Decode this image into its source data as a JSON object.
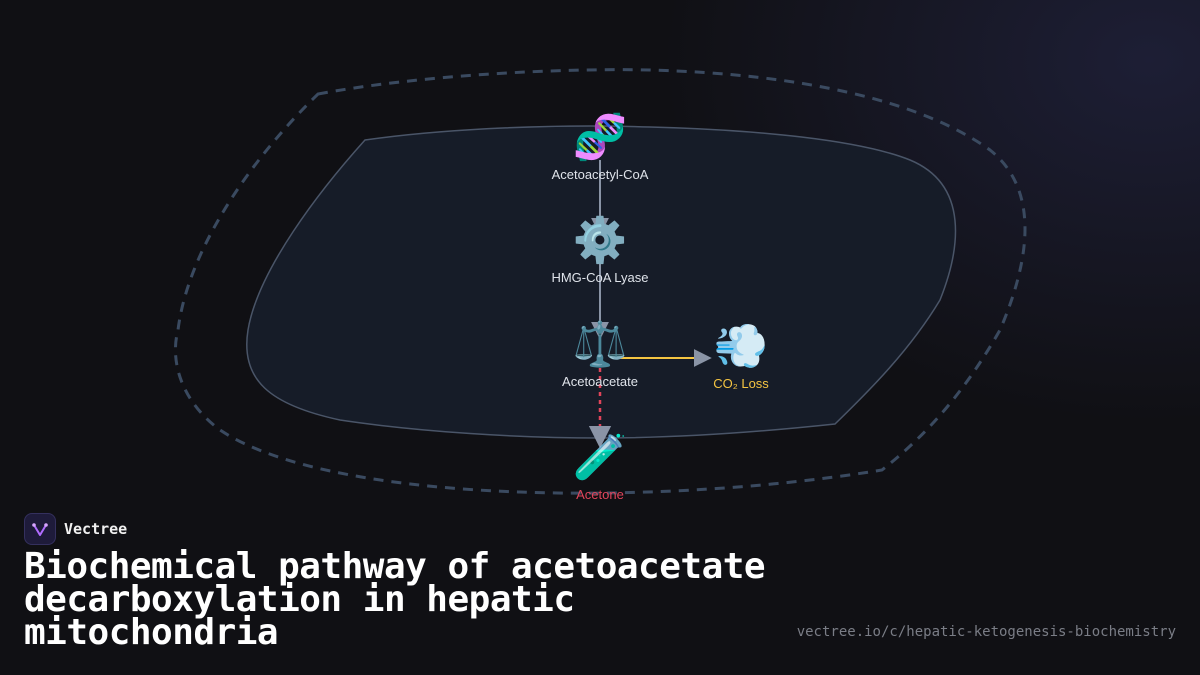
{
  "diagram": {
    "nodes": [
      {
        "id": "acetoacetyl",
        "icon": "dna-icon",
        "glyph": "🧬",
        "label": "Acetoacetyl-CoA",
        "label_color": "#dfe3ea"
      },
      {
        "id": "lyase",
        "icon": "gear-icon",
        "glyph": "⚙️",
        "label": "HMG-CoA Lyase",
        "label_color": "#dfe3ea"
      },
      {
        "id": "acetoacetate",
        "icon": "balance-scale-icon",
        "glyph": "⚖️",
        "label": "Acetoacetate",
        "label_color": "#dfe3ea"
      },
      {
        "id": "co2",
        "icon": "wind-puff-icon",
        "glyph": "💨",
        "label": "CO₂ Loss",
        "label_color": "#f5c542"
      },
      {
        "id": "acetone",
        "icon": "test-tube-icon",
        "glyph": "🧪",
        "label": "Acetone",
        "label_color": "#e0445a"
      }
    ],
    "edges": [
      {
        "from": "acetoacetyl",
        "to": "lyase",
        "style": "solid",
        "color": "#8a94a6"
      },
      {
        "from": "lyase",
        "to": "acetoacetate",
        "style": "solid",
        "color": "#8a94a6"
      },
      {
        "from": "acetoacetate",
        "to": "co2",
        "style": "solid",
        "color": "#f5c542"
      },
      {
        "from": "acetoacetate",
        "to": "acetone",
        "style": "dashed",
        "color": "#e0445a"
      }
    ]
  },
  "brand": {
    "name": "Vectree",
    "logo_icon": "vectree-logo-icon",
    "accent": "#b06cff"
  },
  "title": "Biochemical pathway of acetoacetate decarboxylation in hepatic mitochondria",
  "url": "vectree.io/c/hepatic-ketogenesis-biochemistry",
  "colors": {
    "background": "#101014",
    "inner_region": "#161c28",
    "outer_outline": "#3a4a60"
  }
}
